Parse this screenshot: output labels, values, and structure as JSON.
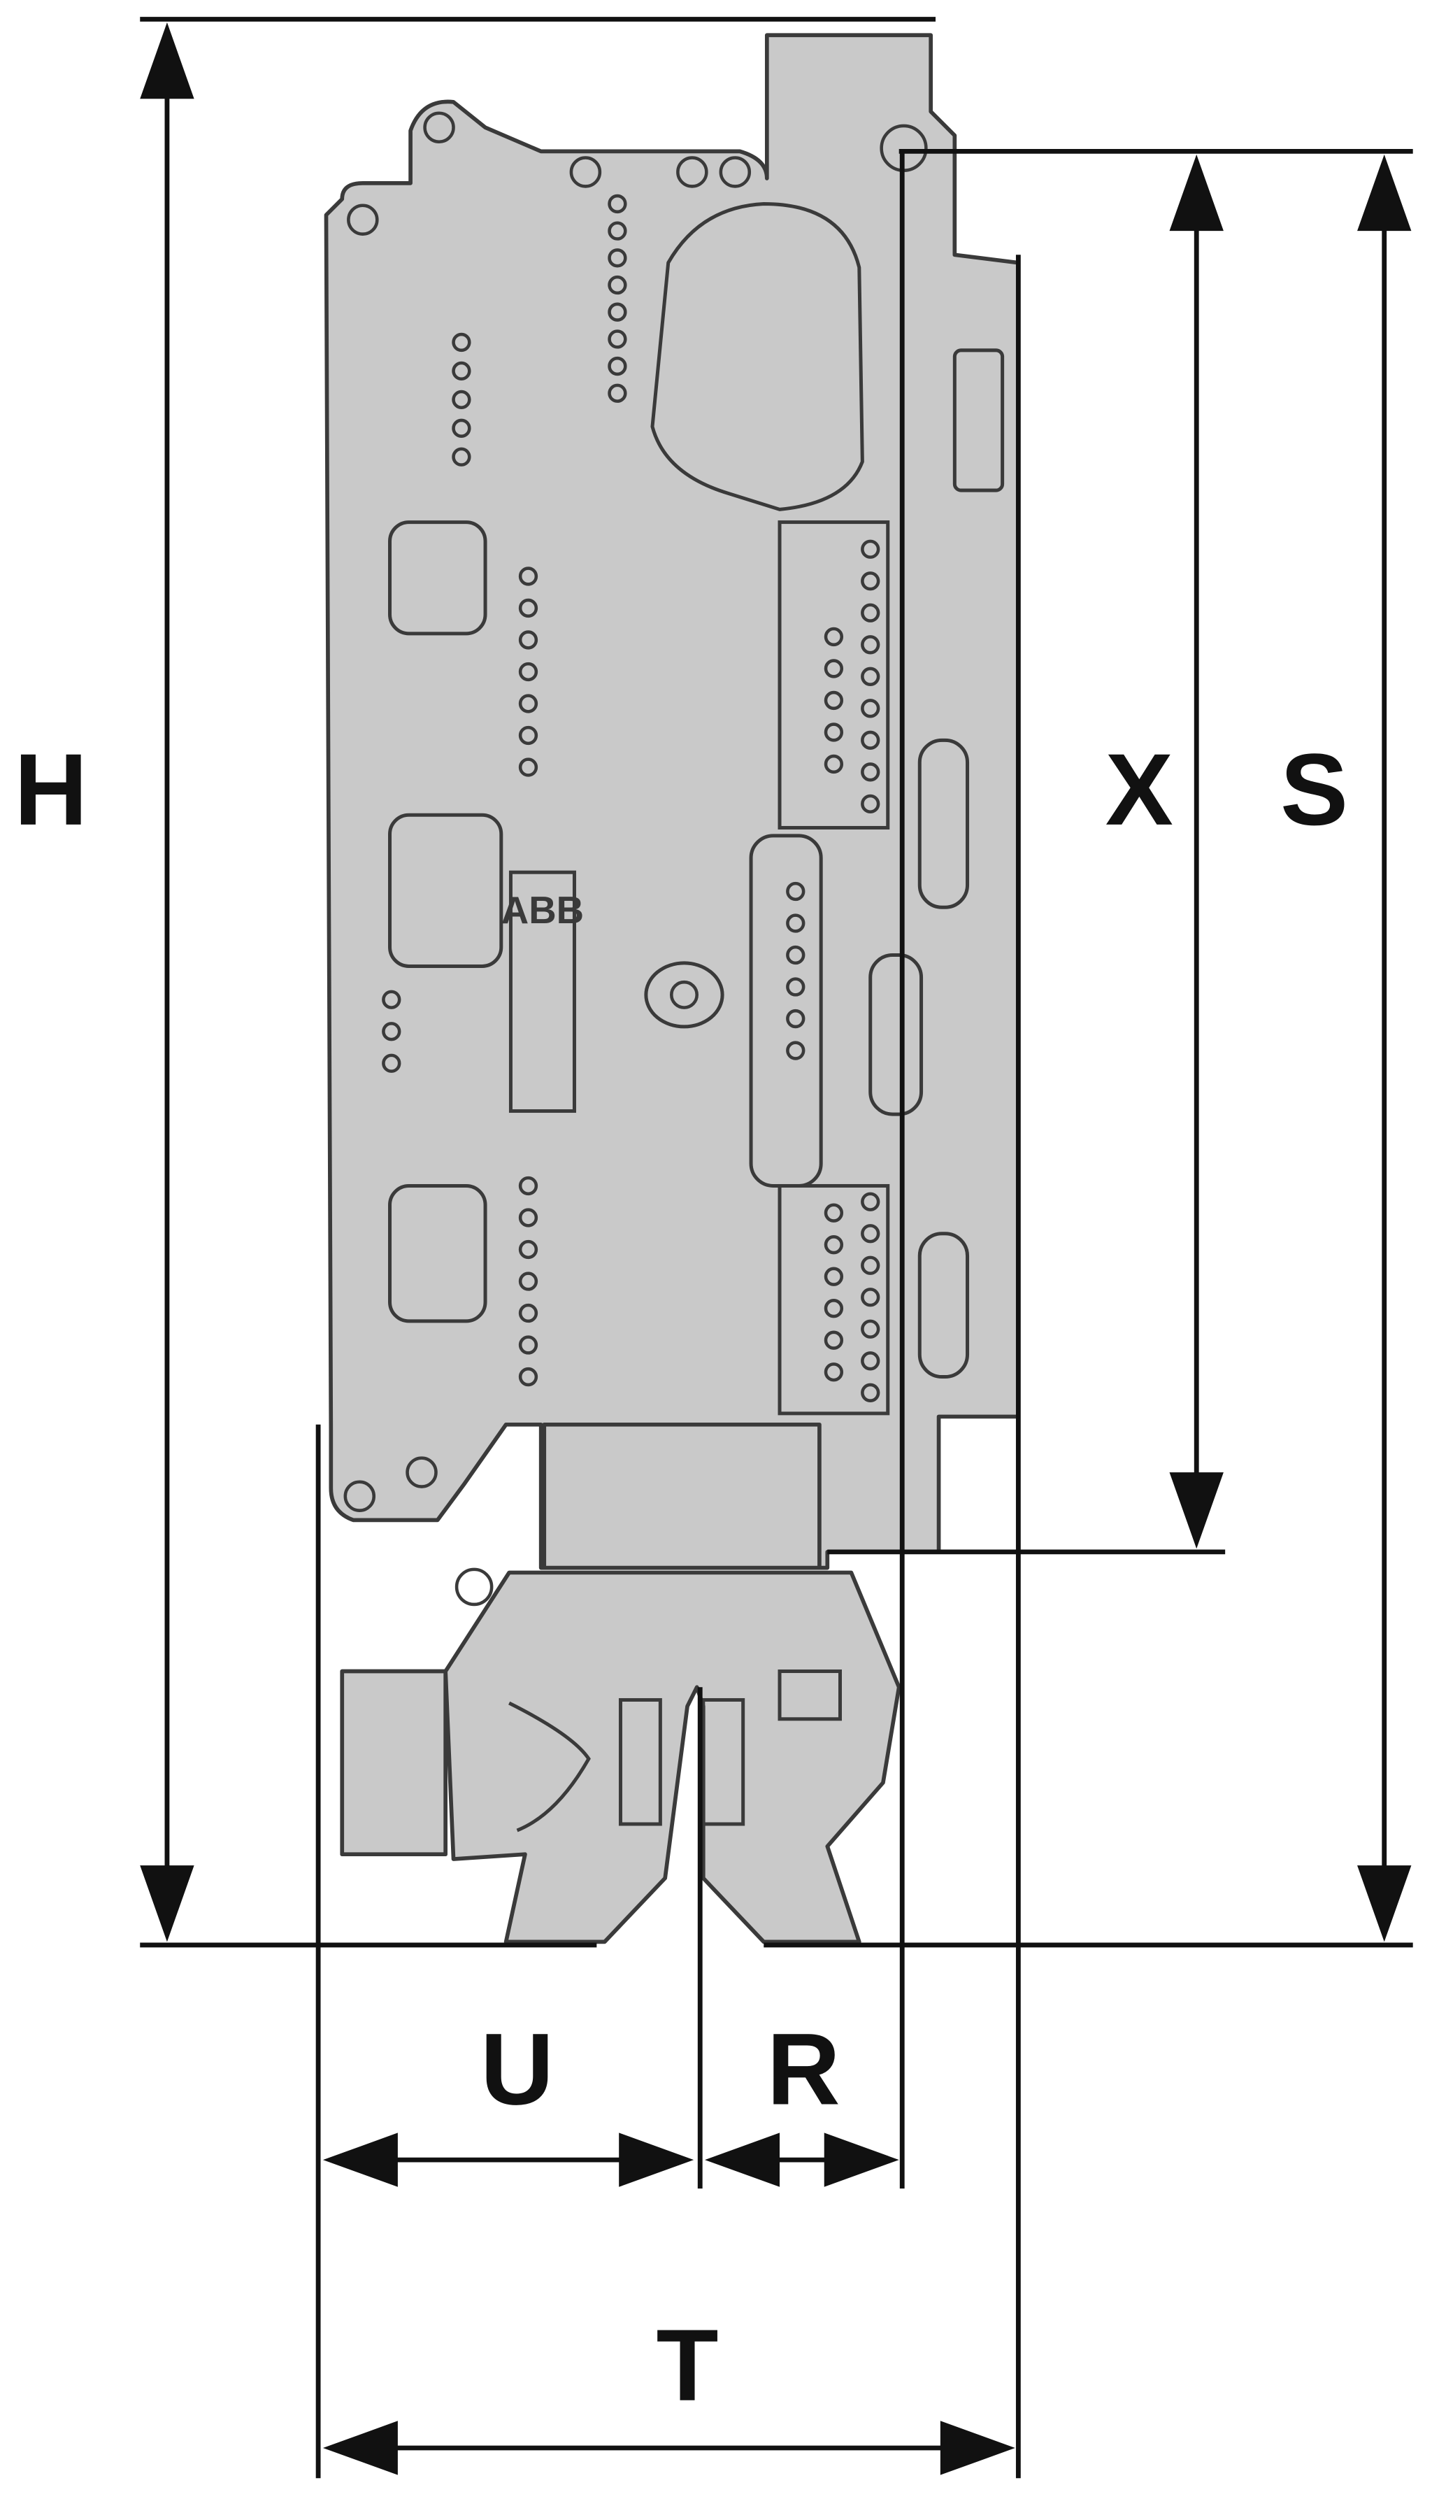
{
  "diagram": {
    "logo": "ABB",
    "dimensions": {
      "height": "H",
      "x": "X",
      "s": "S",
      "u": "U",
      "r": "R",
      "t": "T"
    }
  }
}
